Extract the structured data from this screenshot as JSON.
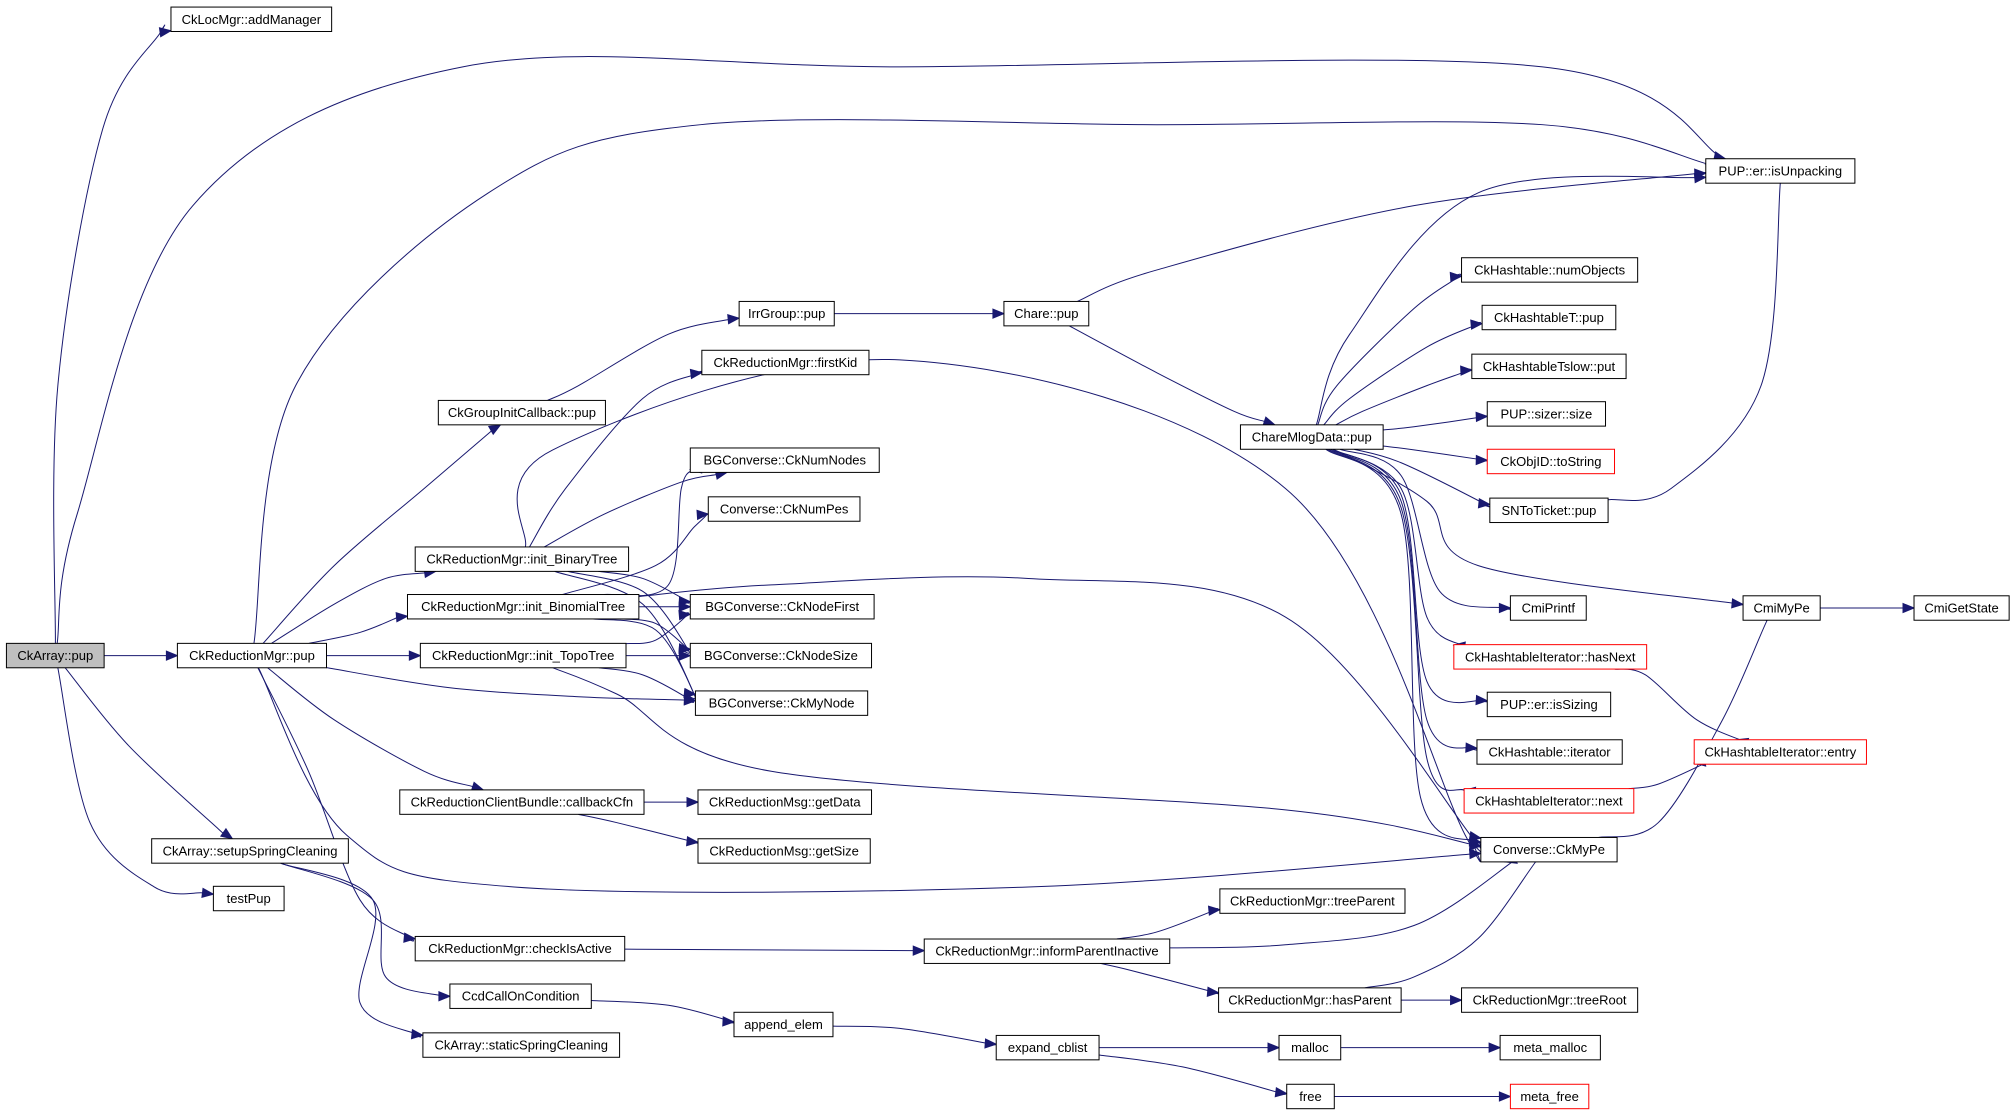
{
  "graph": {
    "colors": {
      "edge": "#191970",
      "truncated_border": "#ff0000",
      "root_fill": "#bfbfbf",
      "node_border": "#000000"
    },
    "nodes": [
      {
        "id": "ckarray_pup",
        "label": "CkArray::pup",
        "root": true
      },
      {
        "id": "cklocmgr_addmanager",
        "label": "CkLocMgr::addManager"
      },
      {
        "id": "ckreductionmgr_pup",
        "label": "CkReductionMgr::pup"
      },
      {
        "id": "ckarray_setupspringcleaning",
        "label": "CkArray::setupSpringCleaning"
      },
      {
        "id": "testpup",
        "label": "testPup"
      },
      {
        "id": "pup_er_isunpacking",
        "label": "PUP::er::isUnpacking"
      },
      {
        "id": "irrgroup_pup",
        "label": "IrrGroup::pup"
      },
      {
        "id": "chare_pup",
        "label": "Chare::pup"
      },
      {
        "id": "ckreductionmgr_firstkid",
        "label": "CkReductionMgr::firstKid"
      },
      {
        "id": "ckgroupinitcallback_pup",
        "label": "CkGroupInitCallback::pup"
      },
      {
        "id": "bgconverse_cknumnodes",
        "label": "BGConverse::CkNumNodes"
      },
      {
        "id": "converse_cknumpes",
        "label": "Converse::CkNumPes"
      },
      {
        "id": "ckreductionmgr_init_binarytree",
        "label": "CkReductionMgr::init_BinaryTree"
      },
      {
        "id": "ckreductionmgr_init_binomialtree",
        "label": "CkReductionMgr::init_BinomialTree"
      },
      {
        "id": "bgconverse_cknodefirst",
        "label": "BGConverse::CkNodeFirst"
      },
      {
        "id": "ckreductionmgr_init_topotree",
        "label": "CkReductionMgr::init_TopoTree"
      },
      {
        "id": "bgconverse_cknodesize",
        "label": "BGConverse::CkNodeSize"
      },
      {
        "id": "bgconverse_ckmynode",
        "label": "BGConverse::CkMyNode"
      },
      {
        "id": "ckreductionclientbundle_callbackcfn",
        "label": "CkReductionClientBundle::callbackCfn"
      },
      {
        "id": "ckreductionmsg_getdata",
        "label": "CkReductionMsg::getData"
      },
      {
        "id": "ckreductionmsg_getsize",
        "label": "CkReductionMsg::getSize"
      },
      {
        "id": "ckreductionmgr_checkisactive",
        "label": "CkReductionMgr::checkIsActive"
      },
      {
        "id": "ccdcallocondition",
        "label": "CcdCallOnCondition"
      },
      {
        "id": "ckarray_staticspringcleaning",
        "label": "CkArray::staticSpringCleaning"
      },
      {
        "id": "append_elem",
        "label": "append_elem"
      },
      {
        "id": "expand_cblist",
        "label": "expand_cblist"
      },
      {
        "id": "ckreductionmgr_informparentinactive",
        "label": "CkReductionMgr::informParentInactive"
      },
      {
        "id": "ckreductionmgr_treeparent",
        "label": "CkReductionMgr::treeParent"
      },
      {
        "id": "ckreductionmgr_hasparent",
        "label": "CkReductionMgr::hasParent"
      },
      {
        "id": "ckreductionmgr_treeroot",
        "label": "CkReductionMgr::treeRoot"
      },
      {
        "id": "malloc",
        "label": "malloc"
      },
      {
        "id": "meta_malloc",
        "label": "meta_malloc"
      },
      {
        "id": "free",
        "label": "free"
      },
      {
        "id": "meta_free",
        "label": "meta_free",
        "truncated": true
      },
      {
        "id": "charemlogdata_pup",
        "label": "ChareMlogData::pup"
      },
      {
        "id": "ckhashtable_numobjects",
        "label": "CkHashtable::numObjects"
      },
      {
        "id": "ckhashtablet_pup",
        "label": "CkHashtableT::pup"
      },
      {
        "id": "ckhashtabletslow_put",
        "label": "CkHashtableTslow::put"
      },
      {
        "id": "pup_sizer_size",
        "label": "PUP::sizer::size"
      },
      {
        "id": "ckobjid_tostring",
        "label": "CkObjID::toString",
        "truncated": true
      },
      {
        "id": "sntoticket_pup",
        "label": "SNToTicket::pup"
      },
      {
        "id": "cmiprintf",
        "label": "CmiPrintf"
      },
      {
        "id": "ckhashtableiterator_hasnext",
        "label": "CkHashtableIterator::hasNext",
        "truncated": true
      },
      {
        "id": "pup_er_issizing",
        "label": "PUP::er::isSizing"
      },
      {
        "id": "ckhashtable_iterator",
        "label": "CkHashtable::iterator"
      },
      {
        "id": "ckhashtableiterator_next",
        "label": "CkHashtableIterator::next",
        "truncated": true
      },
      {
        "id": "converse_ckmype",
        "label": "Converse::CkMyPe"
      },
      {
        "id": "cmimype",
        "label": "CmiMyPe"
      },
      {
        "id": "cmigetstate",
        "label": "CmiGetState"
      },
      {
        "id": "ckhashtableiterator_entry",
        "label": "CkHashtableIterator::entry",
        "truncated": true
      }
    ]
  }
}
